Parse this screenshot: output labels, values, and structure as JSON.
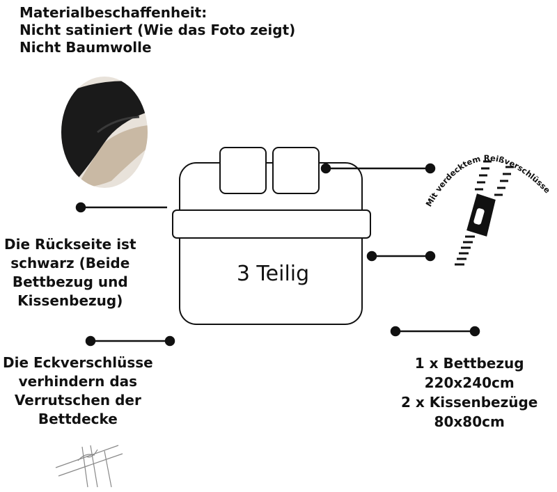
{
  "material": {
    "heading": "Materialbeschaffenheit:",
    "line1": "Nicht satiniert (Wie das Foto zeigt)",
    "line2": "Nicht Baumwolle"
  },
  "back_side": {
    "line1": "Die Rückseite ist",
    "line2": "schwarz (Beide",
    "line3": "Bettbezug und",
    "line4": "Kissenbezug)"
  },
  "corner_closures": {
    "line1": "Die Eckverschlüsse",
    "line2": "verhindern das",
    "line3": "Verrutschen der",
    "line4": "Bettdecke"
  },
  "bed_label": "3 Teilig",
  "zipper_label": "Mit verdecktem Reißverschlüsse",
  "sizes": {
    "line1": "1 x Bettbezug",
    "line2": "220x240cm",
    "line3": "2 x Kissenbezüge",
    "line4": "80x80cm"
  },
  "colors": {
    "ink": "#111111",
    "fabric": "#1a1a1a",
    "lining": "#c9b9a4"
  }
}
